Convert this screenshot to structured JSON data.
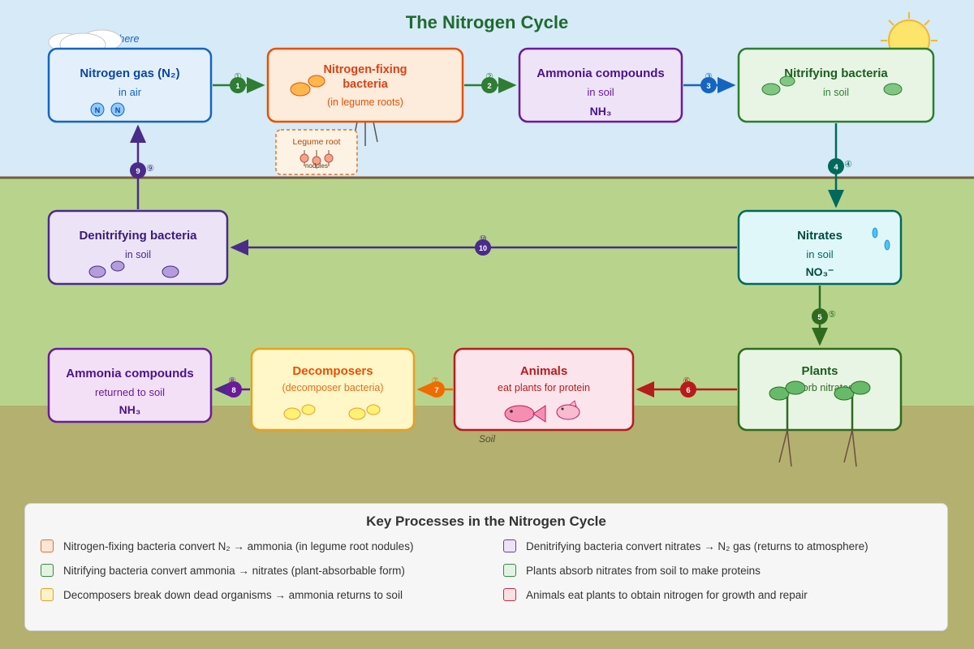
{
  "title": "The Nitrogen Cycle",
  "atmosphere_label": "Atmosphere",
  "soil_label": "Soil",
  "nodes": {
    "n2": {
      "title": "Nitrogen gas (N₂)",
      "sub": "in air",
      "badge": "N"
    },
    "nfix": {
      "title1": "Nitrogen-fixing",
      "title2": "bacteria",
      "sub": "(in legume roots)"
    },
    "nodule": {
      "label": "Legume root",
      "sub": "nodules"
    },
    "amm1": {
      "title": "Ammonia compounds",
      "sub": "in soil",
      "formula": "NH₃"
    },
    "nitrif": {
      "title": "Nitrifying bacteria",
      "sub": "in soil"
    },
    "nitrates": {
      "title": "Nitrates",
      "sub": "in soil",
      "formula": "NO₃⁻"
    },
    "denit": {
      "title": "Denitrifying bacteria",
      "sub": "in soil"
    },
    "plants": {
      "title": "Plants",
      "sub": "absorb nitrates"
    },
    "animals": {
      "title": "Animals",
      "sub": "eat plants for protein"
    },
    "decomp": {
      "title": "Decomposers",
      "sub": "(decomposer bacteria)"
    },
    "amm2": {
      "title": "Ammonia compounds",
      "sub": "returned to soil",
      "formula": "NH₃"
    }
  },
  "steps": [
    {
      "num": "1",
      "circled": "①"
    },
    {
      "num": "2",
      "circled": "②"
    },
    {
      "num": "3",
      "circled": "③"
    },
    {
      "num": "4",
      "circled": "④"
    },
    {
      "num": "5",
      "circled": "⑤"
    },
    {
      "num": "6",
      "circled": "⑥"
    },
    {
      "num": "7",
      "circled": "⑦"
    },
    {
      "num": "8",
      "circled": "⑧"
    },
    {
      "num": "9",
      "circled": "⑨"
    },
    {
      "num": "10",
      "circled": "⑩"
    }
  ],
  "legend": {
    "title": "Key Processes in the Nitrogen Cycle",
    "items": [
      {
        "text": "Nitrogen-fixing bacteria convert N₂ → ammonia (in legume root nodules)",
        "color": "#e07030",
        "fill": "#fde6d6"
      },
      {
        "text": "Denitrifying bacteria convert nitrates → N₂ gas (returns to atmosphere)",
        "color": "#6a3fa0",
        "fill": "#ece4f6"
      },
      {
        "text": "Nitrifying bacteria convert ammonia → nitrates (plant-absorbable form)",
        "color": "#3a8a3a",
        "fill": "#e3f3e3"
      },
      {
        "text": "Plants absorb nitrates from soil to make proteins",
        "color": "#3a8a3a",
        "fill": "#e3f3e3"
      },
      {
        "text": "Decomposers break down dead organisms → ammonia returns to soil",
        "color": "#e8a020",
        "fill": "#fdf3c8"
      },
      {
        "text": "Animals eat plants to obtain nitrogen for growth and repair",
        "color": "#c03040",
        "fill": "#fbe0e4"
      }
    ]
  },
  "colors": {
    "sky": "#d6eaf8",
    "soil_upper": "#b8d48c",
    "soil_lower": "#b3b070",
    "ground_line": "#7a5a3a",
    "title": "#1e6b2e"
  }
}
